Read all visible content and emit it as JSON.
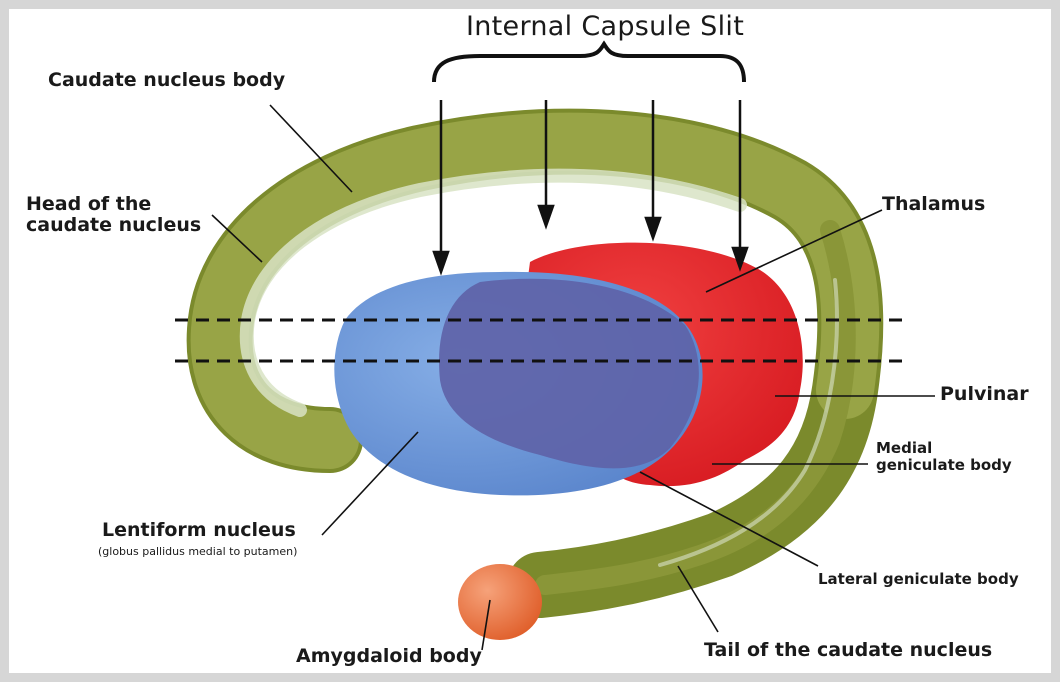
{
  "labels": {
    "internal_capsule_slit": "Internal Capsule Slit",
    "caudate_body": "Caudate nucleus body",
    "head_caudate_line1": "Head of the",
    "head_caudate_line2": "caudate nucleus",
    "thalamus": "Thalamus",
    "pulvinar": "Pulvinar",
    "medial_geniculate_line1": "Medial",
    "medial_geniculate_line2": "geniculate body",
    "lentiform": "Lentiform nucleus",
    "lentiform_sub": "(globus pallidus medial to putamen)",
    "lateral_geniculate": "Lateral geniculate body",
    "amygdaloid": "Amygdaloid body",
    "tail_caudate": "Tail of the caudate nucleus"
  },
  "colors": {
    "caudate": "#8f9a3a",
    "caudate_highlight": "#dfe8cf",
    "thalamus": "#e8262a",
    "lentiform": "#6f97d8",
    "lentiform_overlap": "#5f67ad",
    "amygdala": "#e8743f",
    "frame": "#d6d6d6"
  }
}
